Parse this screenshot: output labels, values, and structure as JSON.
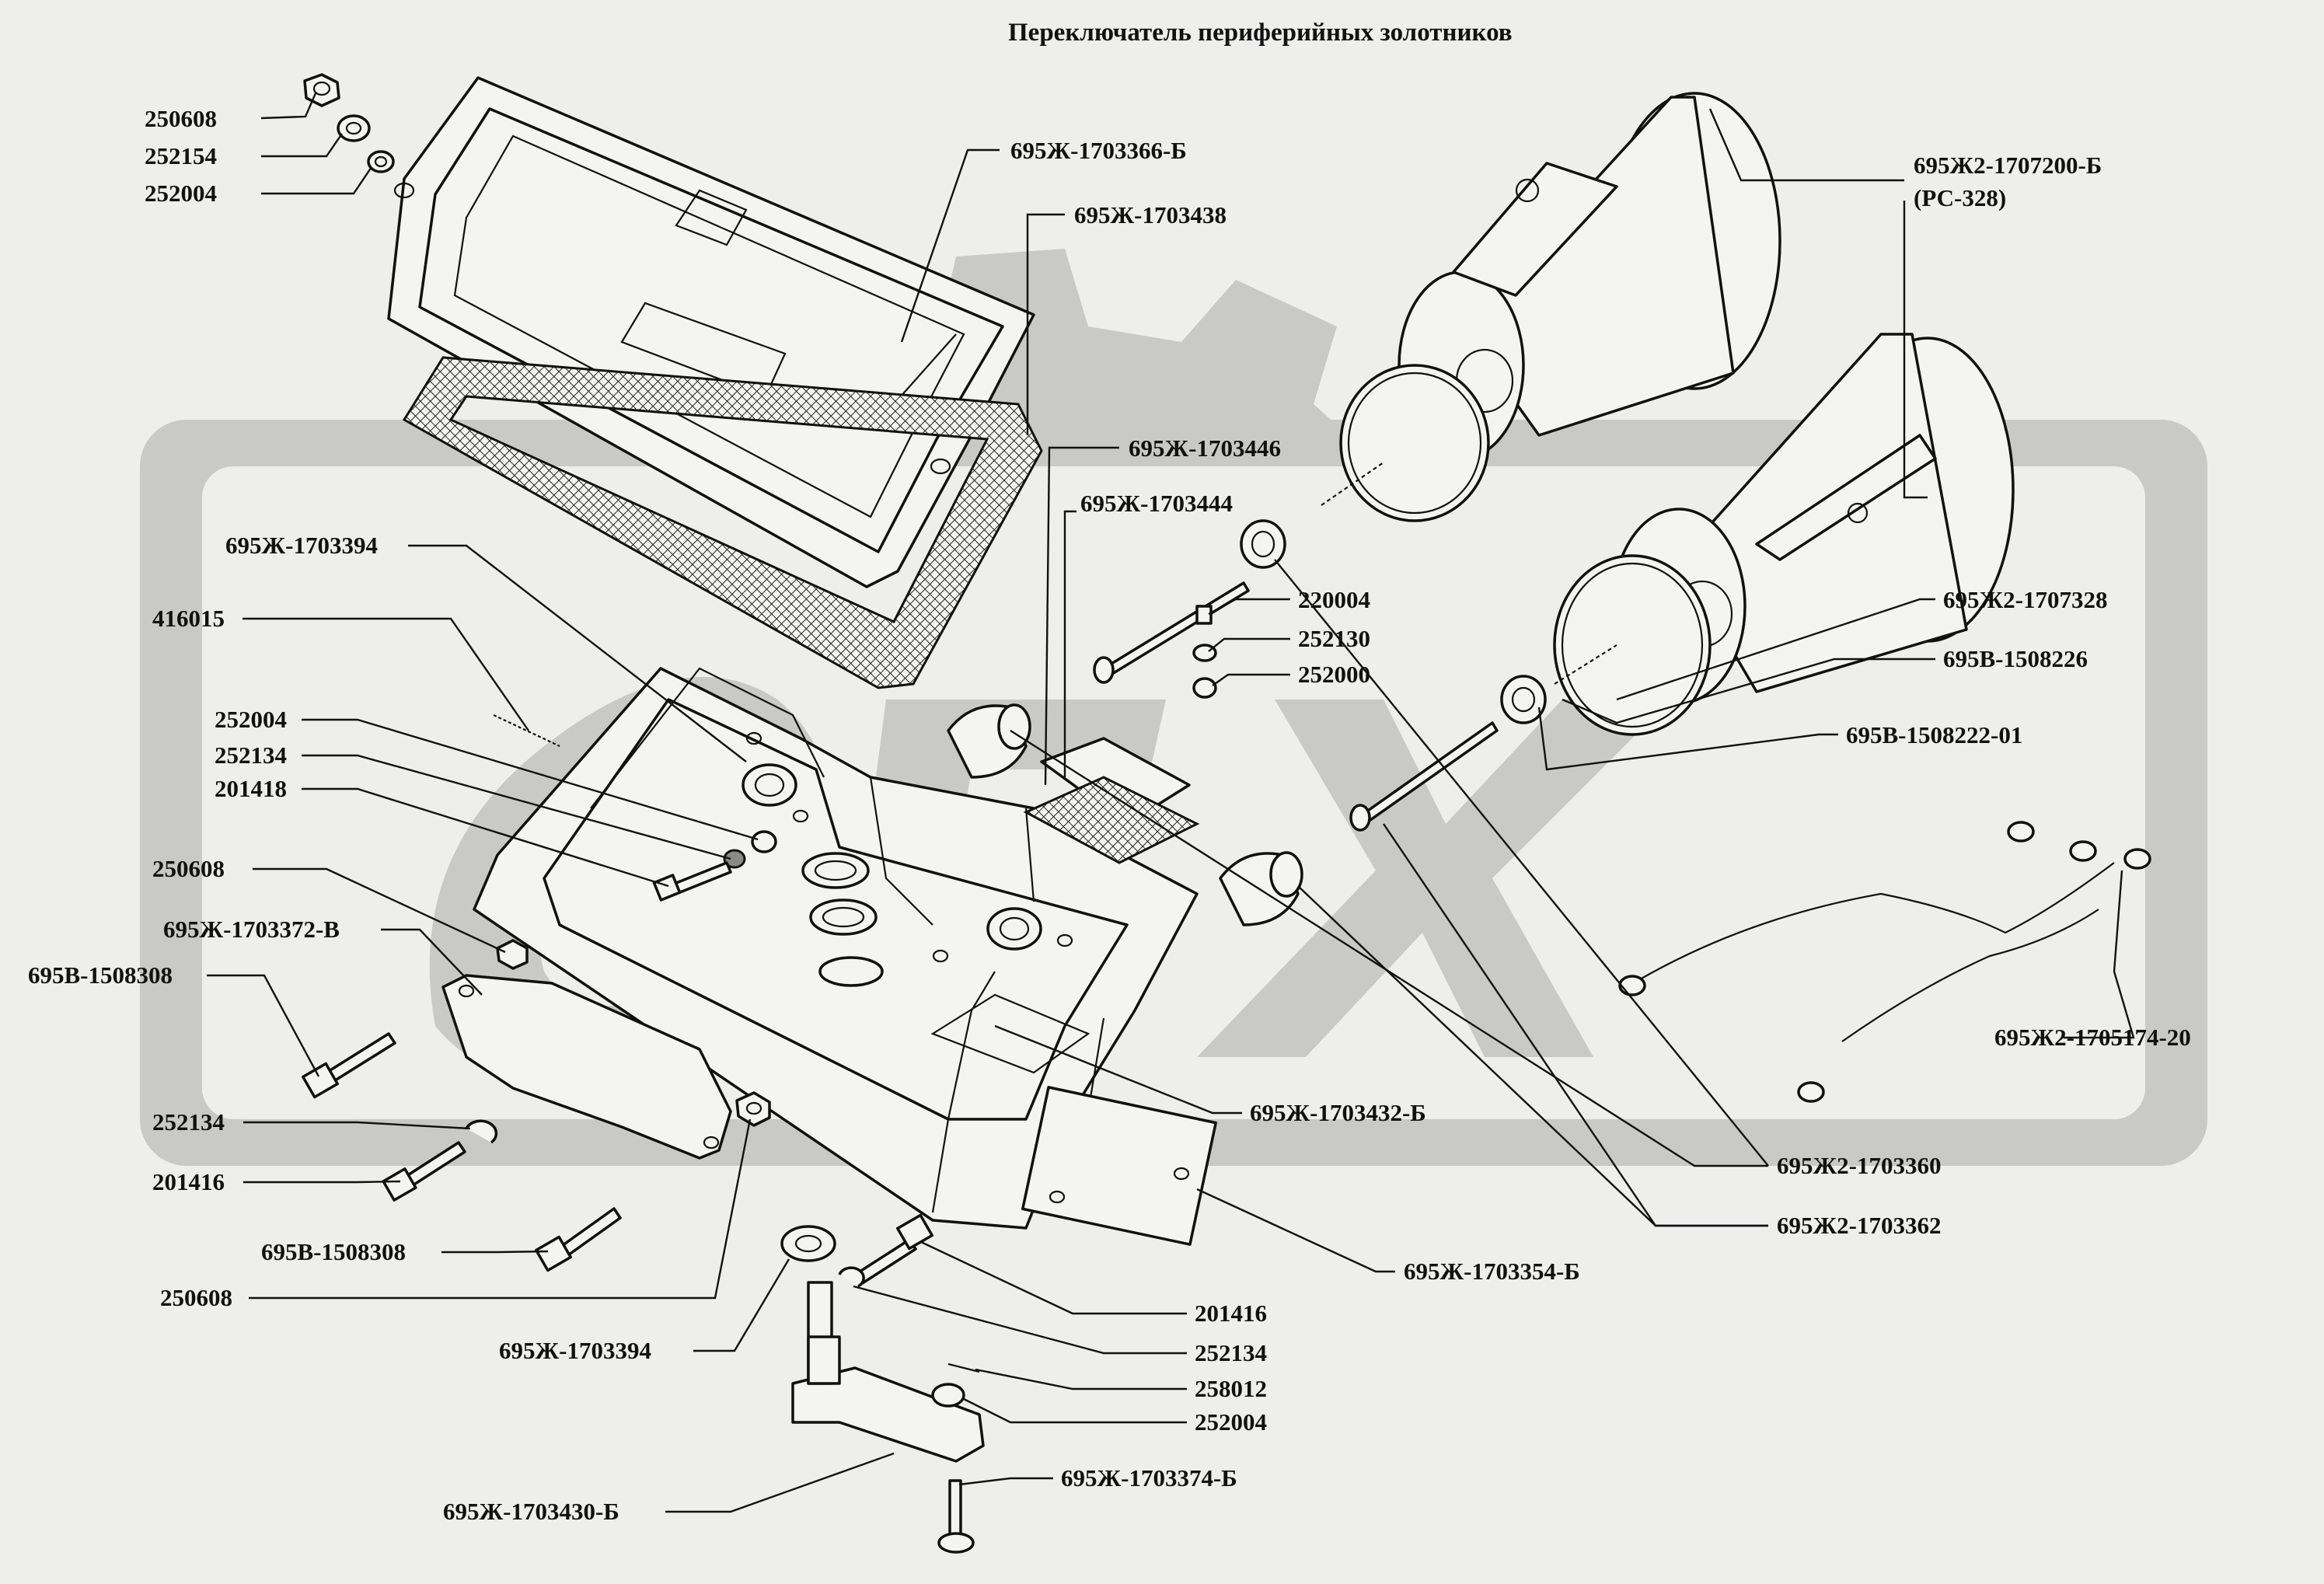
{
  "title": "Переключатель периферийных золотников",
  "labels": [
    {
      "id": "l1",
      "text": "250608"
    },
    {
      "id": "l2",
      "text": "252154"
    },
    {
      "id": "l3",
      "text": "252004"
    },
    {
      "id": "l4",
      "text": "695Ж-1703366-Б"
    },
    {
      "id": "l5",
      "text": "695Ж-1703438"
    },
    {
      "id": "l6",
      "text": "695Ж2-1707200-Б"
    },
    {
      "id": "l7",
      "text": "(РС-328)"
    },
    {
      "id": "l8",
      "text": "695Ж-1703446"
    },
    {
      "id": "l9",
      "text": "695Ж-1703444"
    },
    {
      "id": "l10",
      "text": "695Ж-1703394"
    },
    {
      "id": "l11",
      "text": "220004"
    },
    {
      "id": "l12",
      "text": "416015"
    },
    {
      "id": "l13",
      "text": "252130"
    },
    {
      "id": "l14",
      "text": "252000"
    },
    {
      "id": "l15",
      "text": "695Ж2-1707328"
    },
    {
      "id": "l16",
      "text": "695В-1508226"
    },
    {
      "id": "l17",
      "text": "252004"
    },
    {
      "id": "l18",
      "text": "695В-1508222-01"
    },
    {
      "id": "l19",
      "text": "252134"
    },
    {
      "id": "l20",
      "text": "201418"
    },
    {
      "id": "l21",
      "text": "250608"
    },
    {
      "id": "l22",
      "text": "695Ж-1703372-В"
    },
    {
      "id": "l23",
      "text": "695В-1508308"
    },
    {
      "id": "l24",
      "text": "695Ж2-1705174-20"
    },
    {
      "id": "l25",
      "text": "695Ж-1703432-Б"
    },
    {
      "id": "l26",
      "text": "252134"
    },
    {
      "id": "l27",
      "text": "695Ж2-1703360"
    },
    {
      "id": "l28",
      "text": "201416"
    },
    {
      "id": "l29",
      "text": "695Ж2-1703362"
    },
    {
      "id": "l30",
      "text": "695В-1508308"
    },
    {
      "id": "l31",
      "text": "695Ж-1703354-Б"
    },
    {
      "id": "l32",
      "text": "250608"
    },
    {
      "id": "l33",
      "text": "201416"
    },
    {
      "id": "l34",
      "text": "695Ж-1703394"
    },
    {
      "id": "l35",
      "text": "252134"
    },
    {
      "id": "l36",
      "text": "258012"
    },
    {
      "id": "l37",
      "text": "252004"
    },
    {
      "id": "l38",
      "text": "695Ж-1703374-Б"
    },
    {
      "id": "l39",
      "text": "695Ж-1703430-Б"
    }
  ]
}
